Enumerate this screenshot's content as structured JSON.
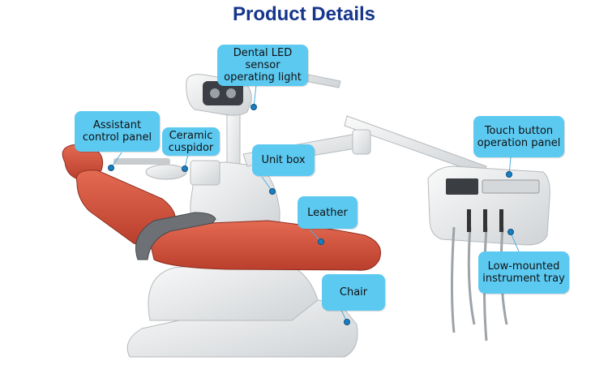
{
  "title": "Product Details",
  "colors": {
    "title": "#16368c",
    "callout": "#5cc9f1",
    "dot": "#1a7fc1",
    "upholstery": "#d6553f"
  },
  "callouts": {
    "led_light": {
      "line1": "Dental LED",
      "line2": "sensor",
      "line3": "operating light"
    },
    "assistant_panel": {
      "line1": "Assistant",
      "line2": "control panel"
    },
    "cuspidor": {
      "line1": "Ceramic",
      "line2": "cuspidor"
    },
    "unit_box": {
      "line1": "Unit box"
    },
    "touch_panel": {
      "line1": "Touch button",
      "line2": "operation panel"
    },
    "leather": {
      "line1": "Leather"
    },
    "tray": {
      "line1": "Low-mounted",
      "line2": "instrument tray"
    },
    "chair": {
      "line1": "Chair"
    }
  }
}
